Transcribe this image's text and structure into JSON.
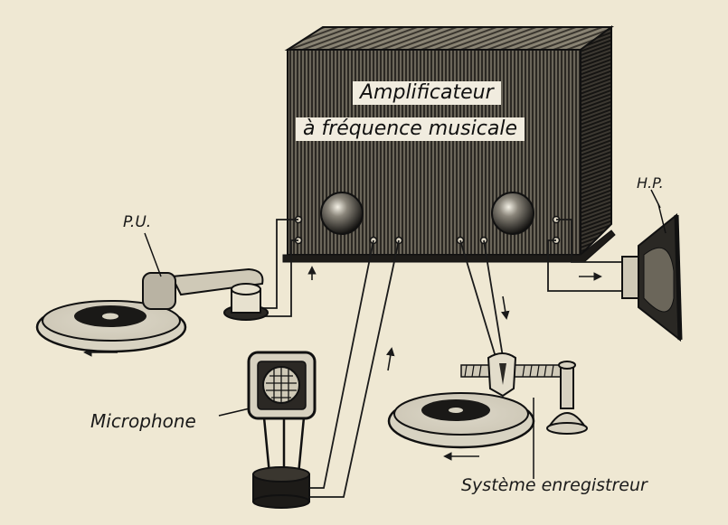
{
  "diagram": {
    "amplifier": {
      "line1": "Amplificateur",
      "line2": "à fréquence musicale"
    },
    "labels": {
      "pickup": "P.U.",
      "speaker": "H.P.",
      "microphone": "Microphone",
      "recorder": "Système enregistreur"
    }
  },
  "colors": {
    "paper": "#efe8d3",
    "ink": "#1a1a1a",
    "box_dark": "#2e2b26",
    "box_mid": "#5b574d"
  }
}
